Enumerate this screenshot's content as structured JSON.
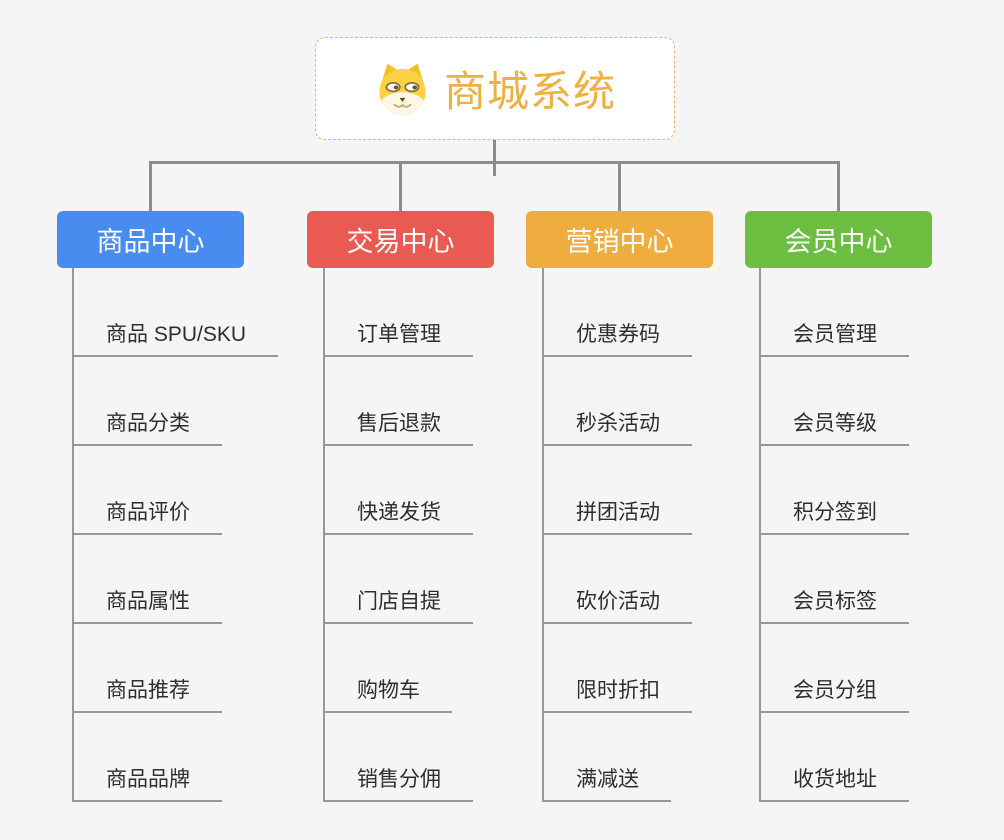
{
  "root": {
    "title": "商城系统",
    "icon": "dog-face-icon",
    "accent_color": "#EFB041",
    "border_color": "#F0B766",
    "background": "#FFFFFF"
  },
  "background_color": "#F5F5F5",
  "connector_color": "#8C8C8C",
  "leaf_line_color": "#979797",
  "leaf_text_color": "#2E2E2E",
  "branches": [
    {
      "label": "商品中心",
      "color": "#478CEE",
      "items": [
        "商品 SPU/SKU",
        "商品分类",
        "商品评价",
        "商品属性",
        "商品推荐",
        "商品品牌"
      ]
    },
    {
      "label": "交易中心",
      "color": "#E95B52",
      "items": [
        "订单管理",
        "售后退款",
        "快递发货",
        "门店自提",
        "购物车",
        "销售分佣"
      ]
    },
    {
      "label": "营销中心",
      "color": "#EFAC3F",
      "items": [
        "优惠券码",
        "秒杀活动",
        "拼团活动",
        "砍价活动",
        "限时折扣",
        "满减送"
      ]
    },
    {
      "label": "会员中心",
      "color": "#6CBE40",
      "items": [
        "会员管理",
        "会员等级",
        "积分签到",
        "会员标签",
        "会员分组",
        "收货地址"
      ]
    }
  ]
}
